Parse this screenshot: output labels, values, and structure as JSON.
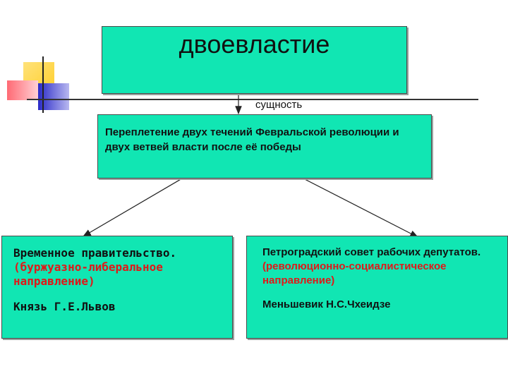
{
  "title": "двоевластие",
  "connector_label": "сущность",
  "essence": "Переплетение двух течений Февральской революции и двух ветвей власти после её победы",
  "left": {
    "line1": "Временное правительство.",
    "line2": "(буржуазно-либеральное направление)",
    "leader": "Князь Г.Е.Львов"
  },
  "right": {
    "line1": "Петроградский совет рабочих депутатов.",
    "line2": "(революционно-социалистическое направление)",
    "leader": "Меньшевик Н.С.Чхеидзе"
  },
  "colors": {
    "box_fill": "#11e6b3",
    "accent_red": "#e01818",
    "deco_yellow": "#ffd84a",
    "deco_red": "#ff5a64",
    "deco_blue": "#3c3cd0"
  }
}
